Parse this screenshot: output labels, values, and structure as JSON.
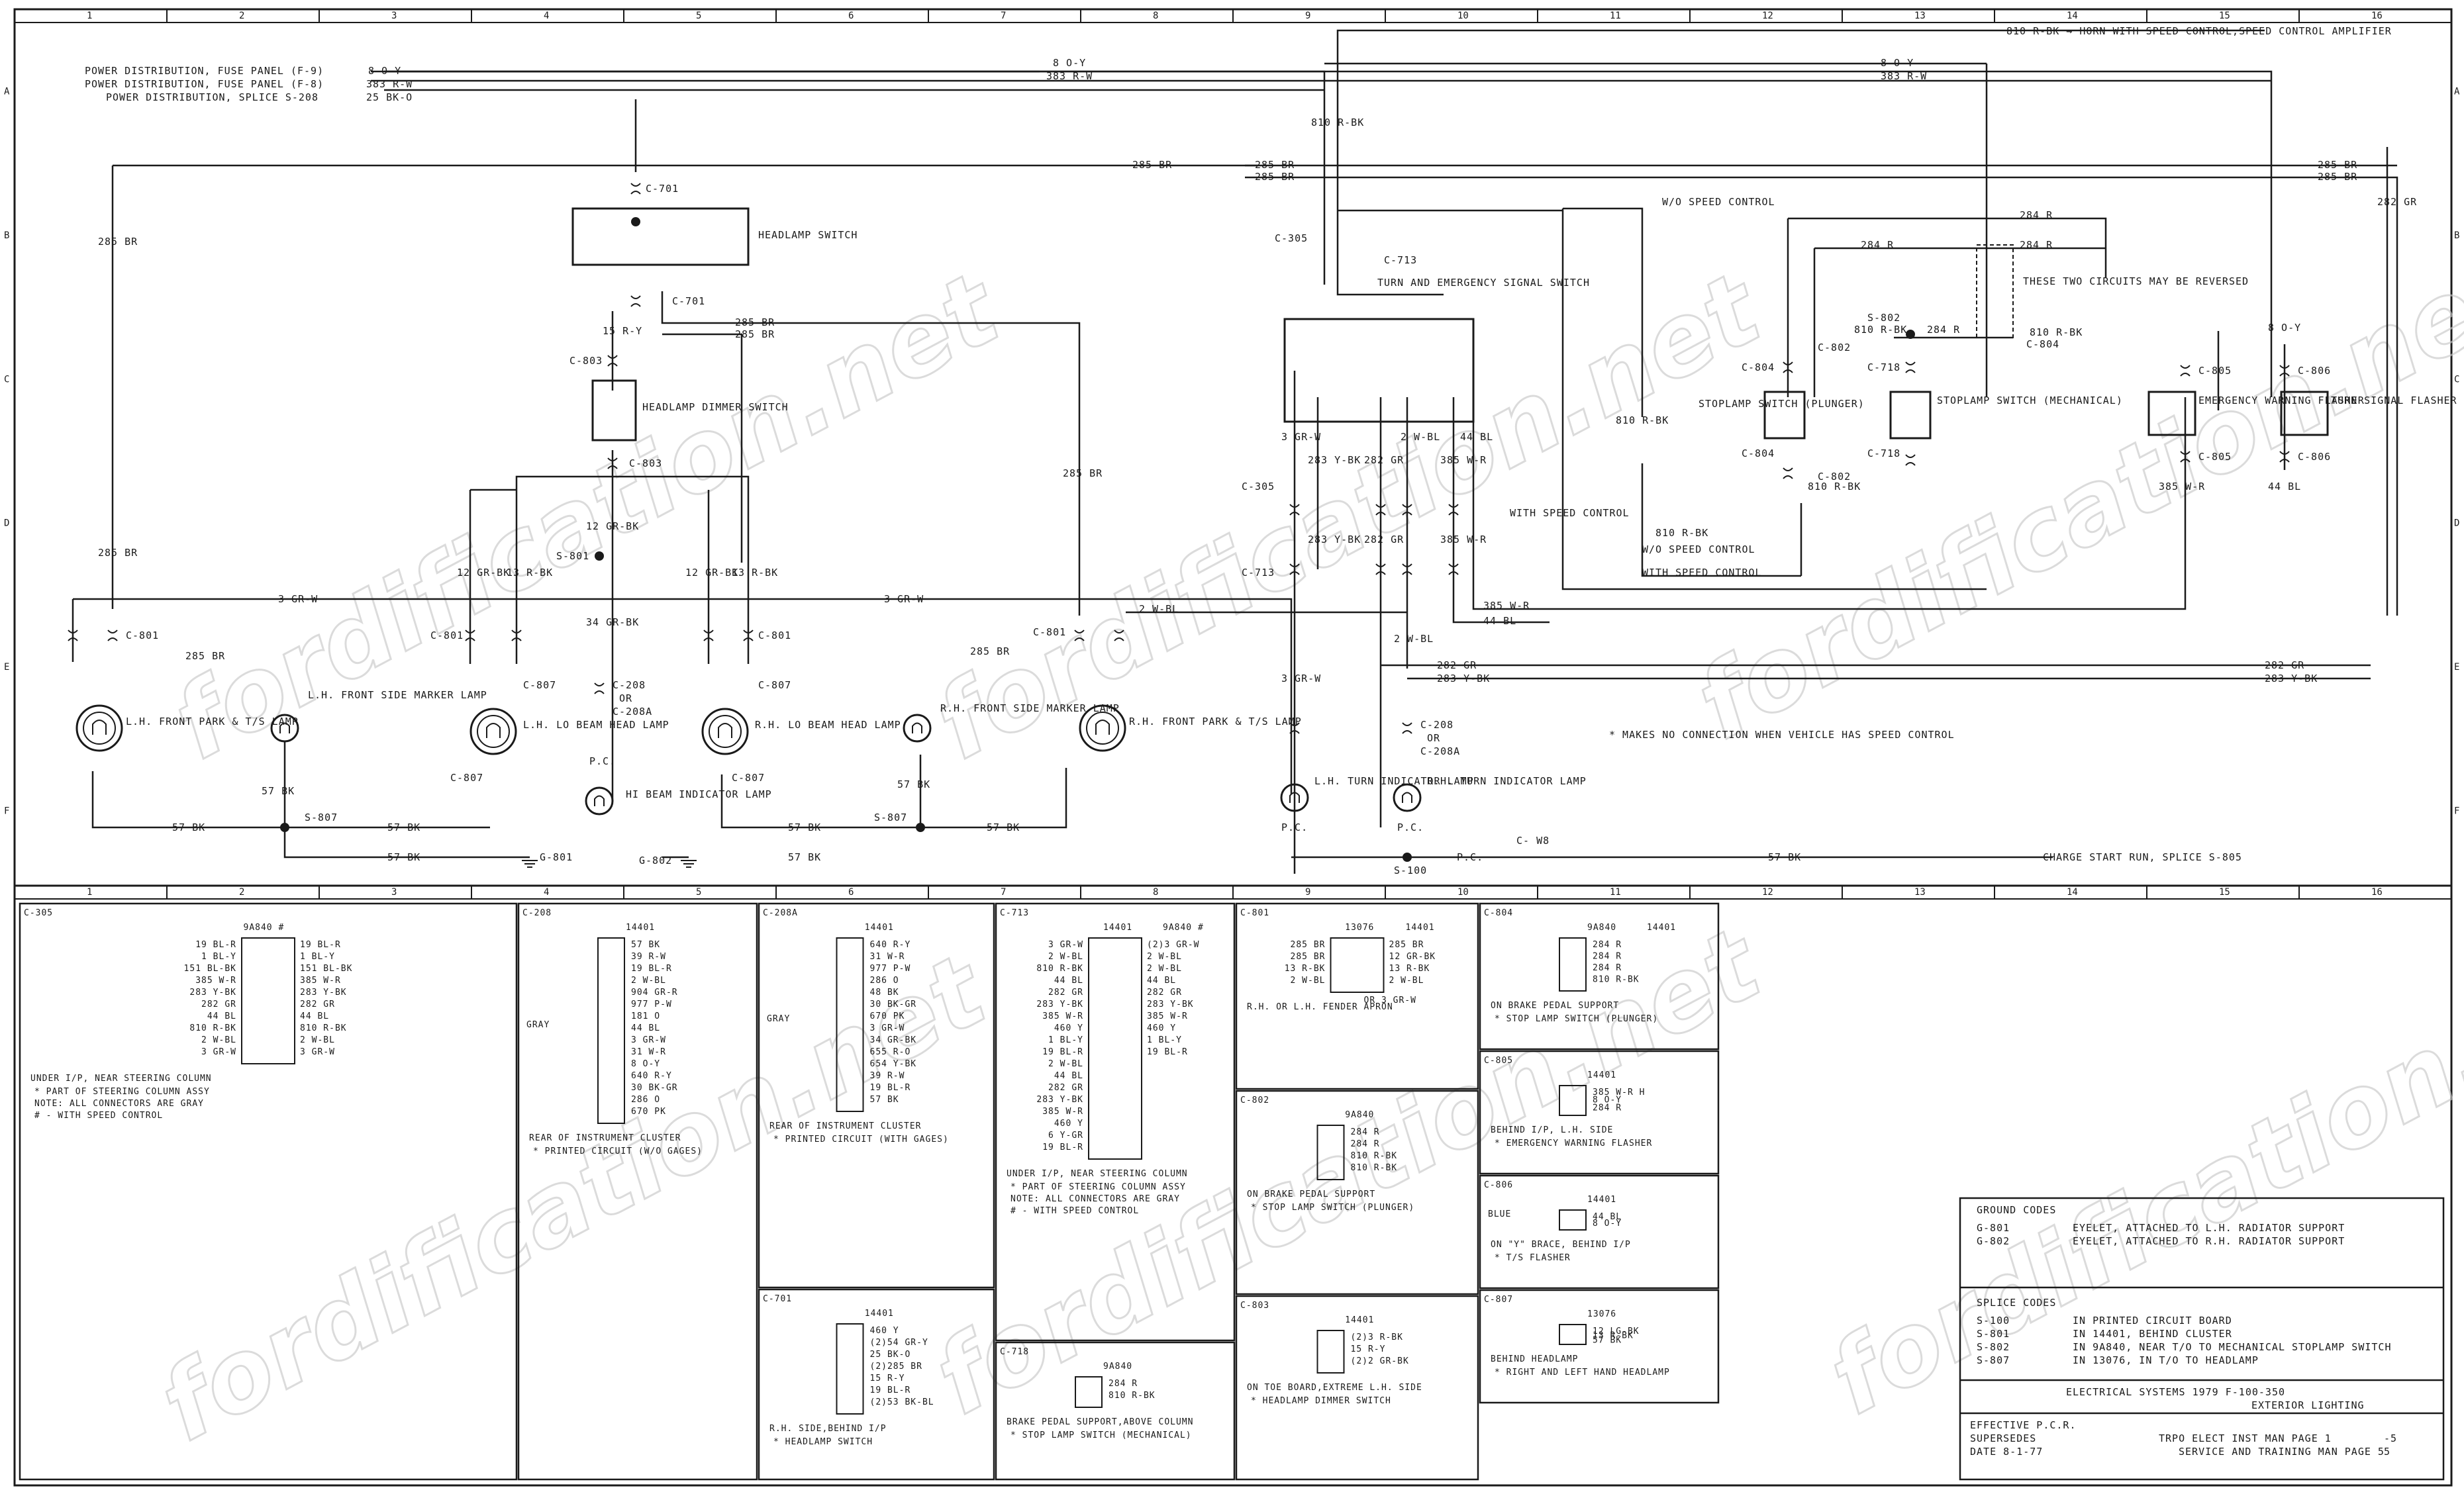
{
  "diagram": {
    "columns": [
      "1",
      "2",
      "3",
      "4",
      "5",
      "6",
      "7",
      "8",
      "9",
      "10",
      "11",
      "12",
      "13",
      "14",
      "15",
      "16"
    ],
    "rows": [
      "A",
      "B",
      "C",
      "D",
      "E",
      "F"
    ],
    "watermark": "fordification.net",
    "top_feeds": [
      "POWER DISTRIBUTION, FUSE PANEL (F-9)",
      "POWER DISTRIBUTION, FUSE PANEL (F-8)",
      "POWER DISTRIBUTION, SPLICE S-208"
    ],
    "horn_label": "810 R-BK → HORN WITH SPEED CONTROL,SPEED CONTROL AMPLIFIER",
    "wires": {
      "w8": "8 O-Y",
      "w383": "383 R-W",
      "w25": "25 BK-O",
      "w285": "285 BR",
      "w3": "3 GR-W",
      "w2": "2 W-BL",
      "w44": "44 BL",
      "w385": "385 W-R",
      "w282": "282 GR",
      "w283": "283 Y-BK",
      "w57": "57 BK",
      "w810": "810 R-BK",
      "w284": "284 R",
      "w12": "12 GR-BK",
      "w13": "13 R-BK",
      "w15": "15 R-Y",
      "w34": "34 GR-BK"
    },
    "components": {
      "headlamp_switch": "HEADLAMP SWITCH",
      "dimmer": "HEADLAMP DIMMER SWITCH",
      "turn_switch": "TURN AND EMERGENCY SIGNAL SWITCH",
      "lh_front": "L.H. FRONT PARK & T/S LAMP",
      "lh_marker": "L.H. FRONT SIDE MARKER LAMP",
      "lh_lo": "L.H. LO BEAM HEAD LAMP",
      "hi_beam": "HI BEAM INDICATOR LAMP",
      "rh_lo": "R.H. LO BEAM HEAD LAMP",
      "rh_marker": "R.H. FRONT SIDE MARKER LAMP",
      "rh_front": "R.H. FRONT PARK & T/S LAMP",
      "lh_turn": "L.H. TURN INDICATOR LAMP",
      "rh_turn": "R.H. TURN INDICATOR LAMP",
      "stoplamp_plunger": "STOPLAMP SWITCH (PLUNGER)",
      "stoplamp_mech": "STOPLAMP SWITCH (MECHANICAL)",
      "emerg_flasher": "EMERGENCY WARNING FLASHER",
      "turn_flasher": "TURN SIGNAL FLASHER",
      "w_speed": "WITH SPEED CONTROL",
      "wo_speed": "W/O SPEED CONTROL",
      "reversed": "THESE TWO CIRCUITS MAY BE REVERSED"
    },
    "connectors": {
      "c701": "C-701",
      "c803": "C-803",
      "c801": "C-801",
      "c807": "C-807",
      "c208": "C-208",
      "c208a": "C-208A",
      "c305": "C-305",
      "c713": "C-713",
      "c804": "C-804",
      "c802": "C-802",
      "c718": "C-718",
      "c805": "C-805",
      "c806": "C-806",
      "s801": "S-801",
      "s807": "S-807",
      "s802": "S-802",
      "s100": "S-100",
      "g801": "G-801",
      "g802": "G-802",
      "pc": "P.C.",
      "or": "OR"
    },
    "note_star": "* MAKES NO CONNECTION WHEN VEHICLE HAS SPEED CONTROL",
    "charge_start": "CHARGE START RUN, SPLICE S-805",
    "c_w8": "C- W8"
  },
  "details": [
    {
      "id": "C-305",
      "caption": "UNDER I/P, NEAR STEERING COLUMN",
      "notes": [
        "* PART OF STEERING COLUMN ASSY",
        "NOTE: ALL CONNECTORS ARE GRAY",
        "# - WITH SPEED CONTROL"
      ],
      "pins_left": [
        "19 BL-R",
        "1 BL-Y",
        "151 BL-BK",
        "385 W-R",
        "283 Y-BK",
        "282 GR",
        "44 BL",
        "810 R-BK",
        "2 W-BL",
        "3 GR-W"
      ],
      "pins_right": [
        "19 BL-R",
        "1 BL-Y",
        "151 BL-BK",
        "385 W-R",
        "283 Y-BK",
        "282 GR",
        "44 BL",
        "810 R-BK",
        "2 W-BL",
        "3 GR-W"
      ],
      "part": "9A840 #"
    },
    {
      "id": "C-208",
      "caption": "REAR OF INSTRUMENT CLUSTER",
      "notes": [
        "* PRINTED CIRCUIT (W/O GAGES)"
      ],
      "part": "14401",
      "pins": [
        "57 BK",
        "39 R-W",
        "19 BL-R",
        "2 W-BL",
        "904 GR-R",
        "977 P-W",
        "181 O",
        "44 BL",
        "3 GR-W",
        "31 W-R",
        "8 O-Y",
        "640 R-Y",
        "30 BK-GR",
        "286 O",
        "670 PK"
      ],
      "extra": "GRAY"
    },
    {
      "id": "C-208A",
      "caption": "REAR OF INSTRUMENT CLUSTER",
      "notes": [
        "* PRINTED CIRCUIT (WITH GAGES)"
      ],
      "part": "14401",
      "pins": [
        "640 R-Y",
        "31 W-R",
        "977 P-W",
        "286 O",
        "48 BK",
        "30 BK-GR",
        "670 PK",
        "3 GR-W",
        "34 GR-BK",
        "655 R-O",
        "654 Y-BK",
        "39 R-W",
        "19 BL-R",
        "57 BK"
      ],
      "extra": "GRAY"
    },
    {
      "id": "C-701",
      "caption": "R.H. SIDE,BEHIND I/P",
      "notes": [
        "* HEADLAMP SWITCH"
      ],
      "part": "14401",
      "pins": [
        "460 Y",
        "(2)54 GR-Y",
        "25 BK-O",
        "(2)285 BR",
        "15 R-Y",
        "19 BL-R",
        "(2)53 BK-BL"
      ]
    },
    {
      "id": "C-713",
      "caption": "UNDER I/P, NEAR STEERING COLUMN",
      "notes": [
        "* PART OF STEERING COLUMN ASSY",
        "NOTE: ALL CONNECTORS ARE GRAY",
        "# - WITH SPEED CONTROL"
      ],
      "part": "14401",
      "pins_left": [
        "3 GR-W",
        "2 W-BL",
        "810 R-BK",
        "44 BL",
        "282 GR",
        "283 Y-BK",
        "385 W-R",
        "460 Y",
        "1 BL-Y",
        "19 BL-R",
        "2 W-BL",
        "44 BL",
        "282 GR",
        "283 Y-BK",
        "385 W-R",
        "460 Y",
        "6 Y-GR",
        "19 BL-R"
      ],
      "pins_right": [
        "(2)3 GR-W",
        "2 W-BL",
        "2 W-BL",
        "44 BL",
        "282 GR",
        "283 Y-BK",
        "385 W-R",
        "460 Y",
        "1 BL-Y",
        "19 BL-R"
      ],
      "part2": "9A840 #"
    },
    {
      "id": "C-718",
      "caption": "BRAKE PEDAL SUPPORT,ABOVE COLUMN",
      "notes": [
        "* STOP LAMP SWITCH (MECHANICAL)"
      ],
      "part": "9A840",
      "pins": [
        "284 R",
        "810 R-BK"
      ]
    },
    {
      "id": "C-801",
      "caption": "R.H. OR L.H. FENDER APRON",
      "notes": [],
      "part": "13076",
      "part2": "14401",
      "pins_left": [
        "285 BR",
        "285 BR",
        "13 R-BK",
        "2 W-BL"
      ],
      "pins_right": [
        "285 BR",
        "12 GR-BK",
        "13 R-BK",
        "2 W-BL"
      ],
      "extra": "OR 3 GR-W"
    },
    {
      "id": "C-802",
      "caption": "ON BRAKE PEDAL SUPPORT",
      "notes": [
        "* STOP LAMP SWITCH (PLUNGER)"
      ],
      "part": "9A840",
      "pins": [
        "284 R",
        "284 R",
        "810 R-BK",
        "810 R-BK"
      ]
    },
    {
      "id": "C-803",
      "caption": "ON TOE BOARD,EXTREME L.H. SIDE",
      "notes": [
        "* HEADLAMP DIMMER SWITCH"
      ],
      "part": "14401",
      "pins": [
        "(2)3 R-BK",
        "15 R-Y",
        "(2)2 GR-BK"
      ]
    },
    {
      "id": "C-804",
      "caption": "ON BRAKE PEDAL SUPPORT",
      "notes": [
        "* STOP LAMP SWITCH (PLUNGER)"
      ],
      "part": "9A840",
      "part2": "14401",
      "pins": [
        "284 R",
        "284 R",
        "284 R",
        "810 R-BK"
      ]
    },
    {
      "id": "C-805",
      "caption": "BEHIND I/P, L.H. SIDE",
      "notes": [
        "* EMERGENCY WARNING FLASHER"
      ],
      "part": "14401",
      "pins": [
        "385 W-R H",
        "8 O-Y",
        "284 R"
      ]
    },
    {
      "id": "C-806",
      "caption": "ON \"Y\" BRACE, BEHIND I/P",
      "notes": [
        "* T/S FLASHER"
      ],
      "part": "14401",
      "pins": [
        "44 BL",
        "8 O-Y"
      ],
      "extra": "BLUE"
    },
    {
      "id": "C-807",
      "caption": "BEHIND HEADLAMP",
      "notes": [
        "* RIGHT AND LEFT HAND HEADLAMP"
      ],
      "part": "13076",
      "pins": [
        "12 LG-BK",
        "13 R-BK",
        "57 BK"
      ]
    }
  ],
  "ground_codes": {
    "title": "GROUND CODES",
    "rows": [
      [
        "G-801",
        "EYELET, ATTACHED TO L.H. RADIATOR SUPPORT"
      ],
      [
        "G-802",
        "EYELET, ATTACHED TO R.H. RADIATOR SUPPORT"
      ]
    ]
  },
  "splice_codes": {
    "title": "SPLICE CODES",
    "rows": [
      [
        "S-100",
        "IN PRINTED CIRCUIT BOARD"
      ],
      [
        "S-801",
        "IN 14401, BEHIND CLUSTER"
      ],
      [
        "S-802",
        "IN 9A840, NEAR T/O TO MECHANICAL STOPLAMP SWITCH"
      ],
      [
        "S-807",
        "IN 13076, IN T/O TO HEADLAMP"
      ]
    ]
  },
  "title_block": {
    "title1": "ELECTRICAL SYSTEMS 1979 F-100-350",
    "title2": "EXTERIOR LIGHTING",
    "effective": "EFFECTIVE P.C.R.",
    "supersedes": "SUPERSEDES",
    "date": "DATE 8-1-77",
    "manual1": "TRPO ELECT INST MAN PAGE 1",
    "manual1_num": "-5",
    "manual2": "SERVICE AND TRAINING MAN PAGE 5",
    "manual2_num": "5"
  }
}
